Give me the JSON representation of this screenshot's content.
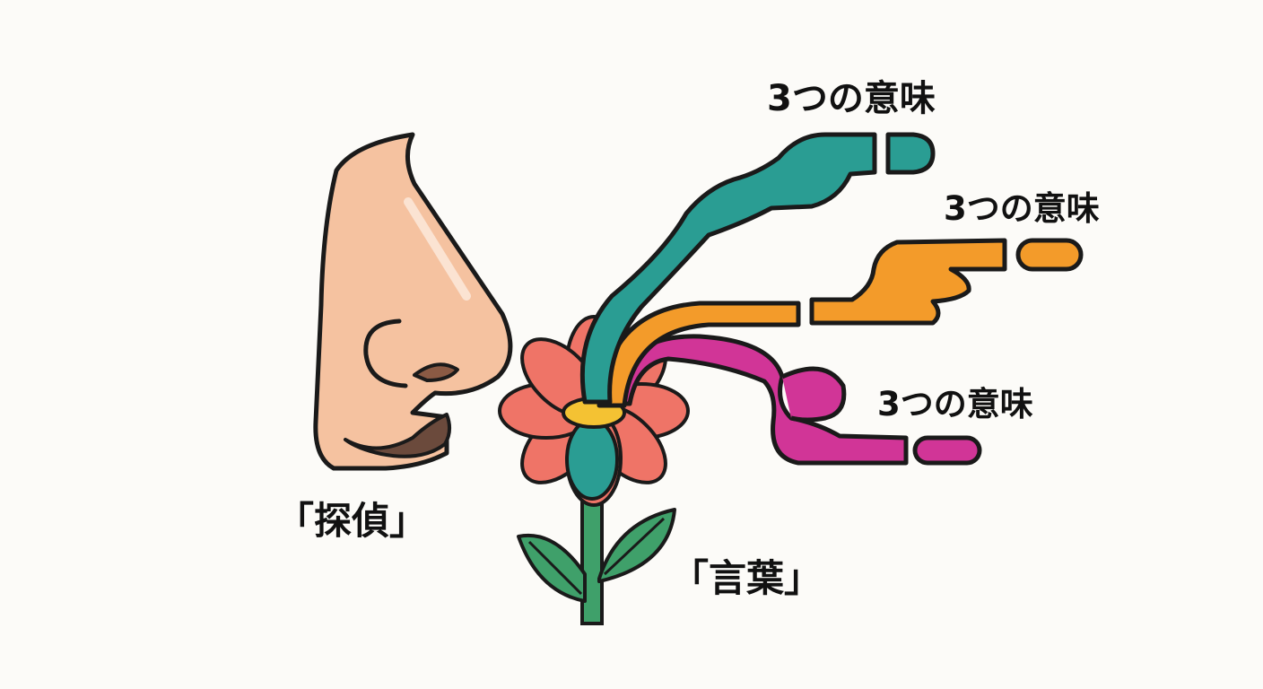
{
  "labels": {
    "meaning_top": "3つの意味",
    "meaning_middle": "3つの意味",
    "meaning_bottom": "3つの意味",
    "detective": "「探偵」",
    "word": "「言葉」"
  },
  "colors": {
    "background": "#fcfbf8",
    "outline": "#1a1a1a",
    "skin": "#f5c2a0",
    "mustache": "#6b4a3c",
    "petal": "#ef7467",
    "flower_center": "#f4c233",
    "stem_leaf": "#3fa06a",
    "scent_teal": "#2a9d93",
    "scent_orange": "#f39b2a",
    "scent_magenta": "#d13597"
  },
  "icons": {
    "nose": "nose-icon",
    "flower": "flower-icon",
    "scent_streams": "scent-trail-icon"
  }
}
